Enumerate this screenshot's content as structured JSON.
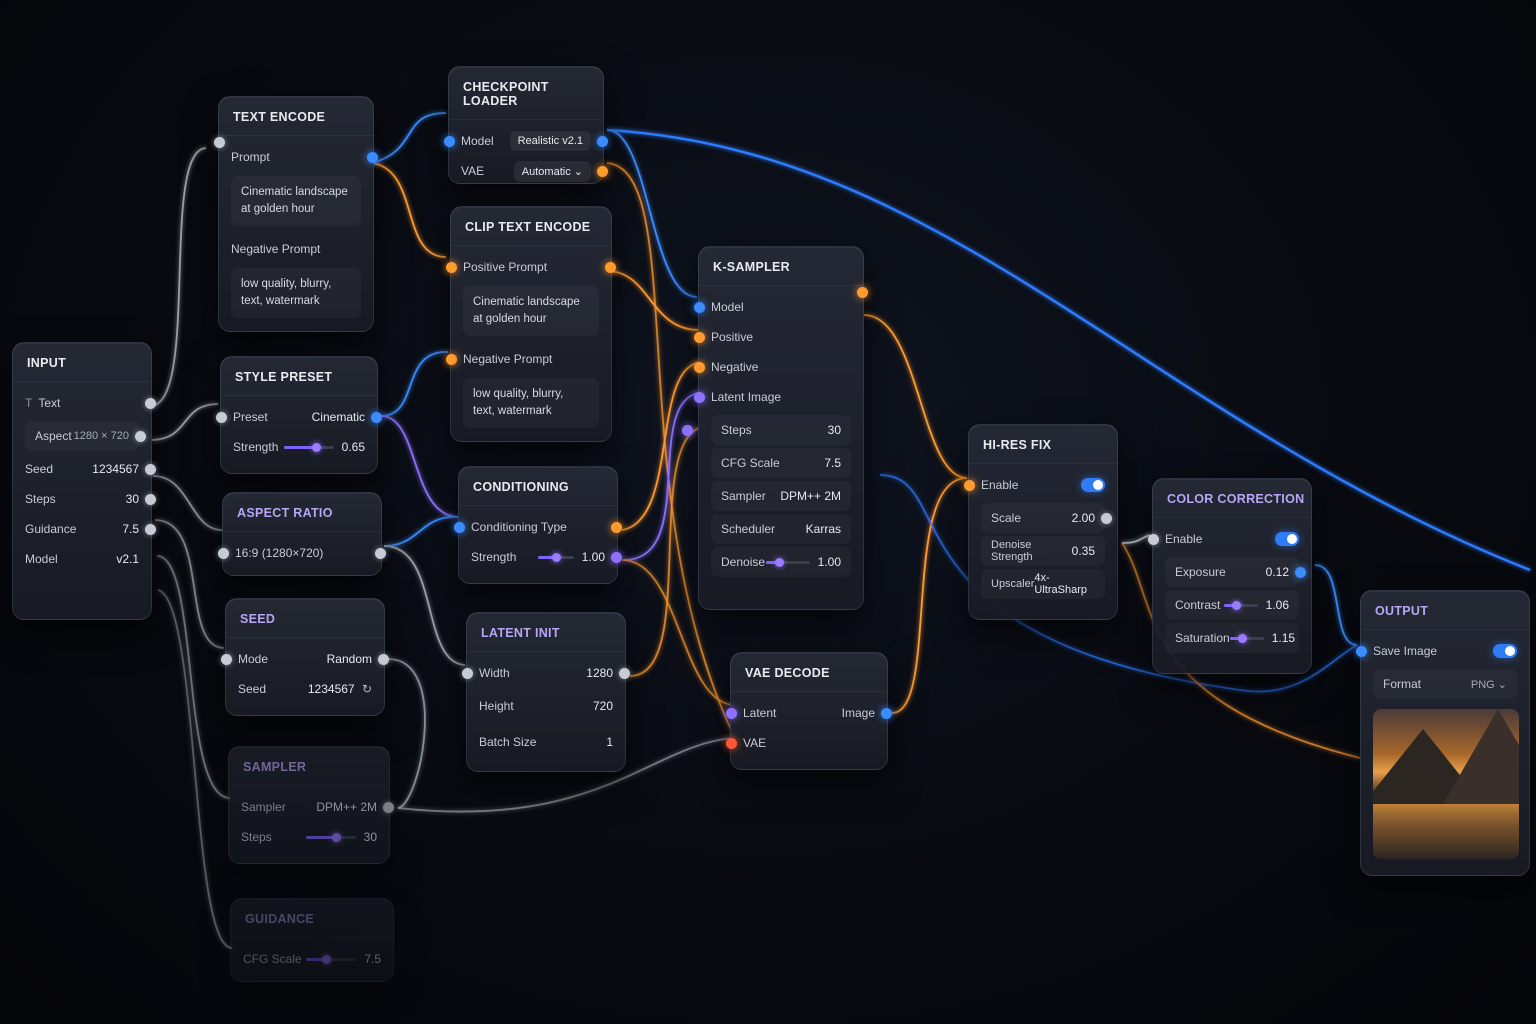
{
  "colors": {
    "blue": "#3a8cff",
    "orange": "#ff9a2e",
    "purple": "#8e72ff",
    "gray": "#c7cbd6",
    "red": "#ff5533",
    "toggle": "#2f7df6"
  },
  "input": {
    "title": "INPUT",
    "text_icon": "T",
    "text": "Text",
    "aspect_label": "Aspect",
    "aspect_value": "1280 × 720",
    "seed_label": "Seed",
    "seed_value": "1234567",
    "steps_label": "Steps",
    "steps_value": "30",
    "guidance_label": "Guidance",
    "guidance_value": "7.5",
    "model_label": "Model",
    "model_value": "v2.1"
  },
  "text_encode": {
    "title": "TEXT ENCODE",
    "prompt_label": "Prompt",
    "prompt_text_1": "Cinematic landscape",
    "prompt_text_2": "at golden hour",
    "neg_label": "Negative Prompt",
    "neg_text_1": "low quality, blurry,",
    "neg_text_2": "text, watermark"
  },
  "style_preset": {
    "title": "STYLE PRESET",
    "preset_label": "Preset",
    "preset_value": "Cinematic",
    "strength_label": "Strength",
    "strength_value": "0.65",
    "strength_fraction": 0.65
  },
  "aspect_ratio": {
    "title": "ASPECT RATIO",
    "value": "16:9 (1280×720)"
  },
  "seed": {
    "title": "SEED",
    "mode_label": "Mode",
    "mode_value": "Random",
    "seed_label": "Seed",
    "seed_value": "1234567",
    "refresh_icon": "↻"
  },
  "sampler": {
    "title": "SAMPLER",
    "sampler_label": "Sampler",
    "sampler_value": "DPM++ 2M",
    "steps_label": "Steps",
    "steps_value": "30",
    "steps_fraction": 0.6
  },
  "guidance": {
    "title": "GUIDANCE",
    "cfg_label": "CFG Scale",
    "cfg_value": "7.5",
    "cfg_fraction": 0.4
  },
  "checkpoint": {
    "title": "CHECKPOINT LOADER",
    "model_label": "Model",
    "model_value": "Realistic v2.1",
    "vae_label": "VAE",
    "vae_value": "Automatic",
    "chevron": "⌄"
  },
  "clip": {
    "title": "CLIP TEXT ENCODE",
    "pos_label": "Positive Prompt",
    "pos_text_1": "Cinematic landscape",
    "pos_text_2": "at golden hour",
    "neg_label": "Negative Prompt",
    "neg_text_1": "low quality, blurry,",
    "neg_text_2": "text, watermark"
  },
  "conditioning": {
    "title": "CONDITIONING",
    "type_label": "Conditioning Type",
    "strength_label": "Strength",
    "strength_value": "1.00",
    "strength_fraction": 0.5
  },
  "latent_init": {
    "title": "LATENT INIT",
    "width_label": "Width",
    "width_value": "1280",
    "height_label": "Height",
    "height_value": "720",
    "batch_label": "Batch Size",
    "batch_value": "1"
  },
  "ksampler": {
    "title": "K-SAMPLER",
    "model_label": "Model",
    "positive_label": "Positive",
    "negative_label": "Negative",
    "latent_label": "Latent Image",
    "steps_label": "Steps",
    "steps_value": "30",
    "cfg_label": "CFG Scale",
    "cfg_value": "7.5",
    "sampler_label": "Sampler",
    "sampler_value": "DPM++ 2M",
    "scheduler_label": "Scheduler",
    "scheduler_value": "Karras",
    "denoise_label": "Denoise",
    "denoise_value": "1.00",
    "denoise_fraction": 0.3
  },
  "vae_decode": {
    "title": "VAE DECODE",
    "latent_label": "Latent",
    "image_label": "Image",
    "vae_label": "VAE"
  },
  "hires": {
    "title": "HI-RES FIX",
    "enable_label": "Enable",
    "scale_label": "Scale",
    "scale_value": "2.00",
    "denoise_label": "Denoise Strength",
    "denoise_value": "0.35",
    "upscaler_label": "Upscaler",
    "upscaler_value": "4x-UltraSharp"
  },
  "color_correction": {
    "title": "COLOR CORRECTION",
    "enable_label": "Enable",
    "exposure_label": "Exposure",
    "exposure_value": "0.12",
    "contrast_label": "Contrast",
    "contrast_value": "1.06",
    "contrast_fraction": 0.35,
    "saturation_label": "Saturation",
    "saturation_value": "1.15",
    "saturation_fraction": 0.35
  },
  "output": {
    "title": "OUTPUT",
    "save_label": "Save Image",
    "format_label": "Format",
    "format_value": "PNG",
    "chevron": "⌄"
  }
}
